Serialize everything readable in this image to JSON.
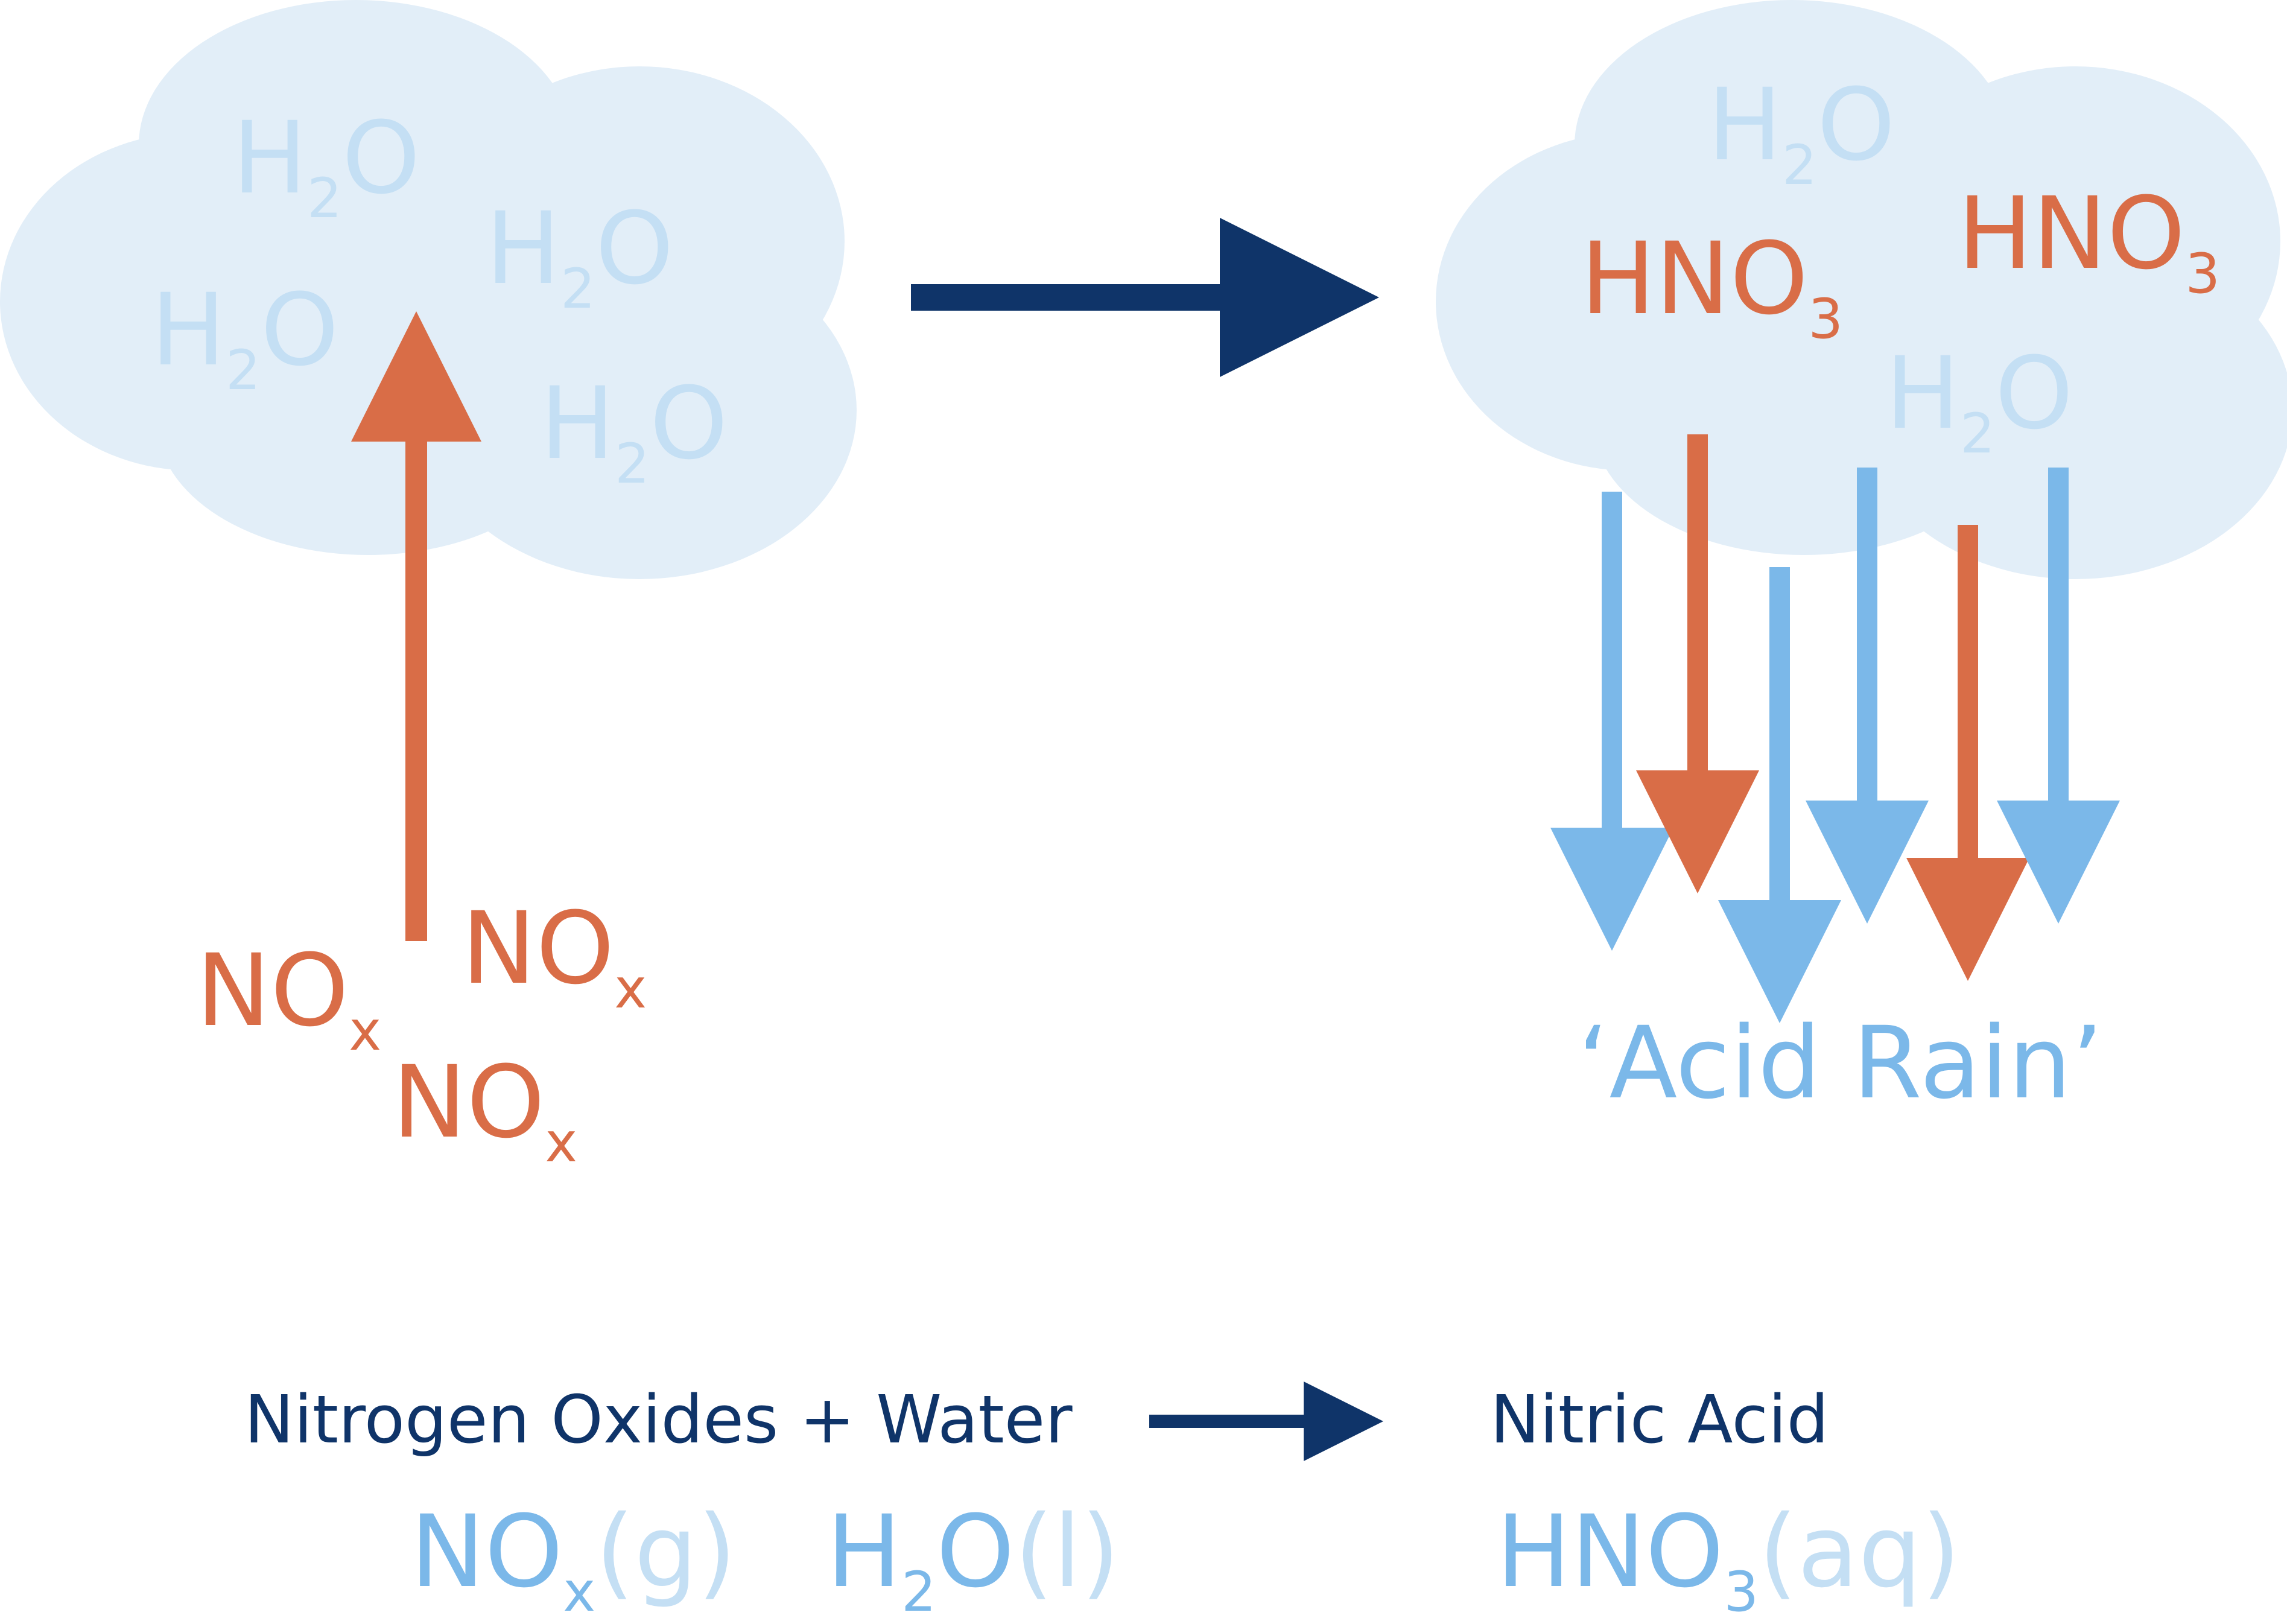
{
  "colors": {
    "cloud": "#e2eef8",
    "nox_red": "#d96d47",
    "rain_blue": "#7bb8e9",
    "navy": "#0f3469",
    "water_pale": "#c4dff4"
  },
  "left_cloud": {
    "water": [
      {
        "main": "H",
        "sub": "2",
        "tail": "O"
      },
      {
        "main": "H",
        "sub": "2",
        "tail": "O"
      },
      {
        "main": "H",
        "sub": "2",
        "tail": "O"
      },
      {
        "main": "H",
        "sub": "2",
        "tail": "O"
      }
    ]
  },
  "ground_emissions": [
    {
      "main": "NO",
      "sub": "x"
    },
    {
      "main": "NO",
      "sub": "x"
    },
    {
      "main": "NO",
      "sub": "x"
    }
  ],
  "right_cloud": {
    "water": [
      {
        "main": "H",
        "sub": "2",
        "tail": "O"
      },
      {
        "main": "H",
        "sub": "2",
        "tail": "O"
      }
    ],
    "acid": [
      {
        "main": "HNO",
        "sub": "3"
      },
      {
        "main": "HNO",
        "sub": "3"
      }
    ]
  },
  "acid_rain_label": "‘Acid Rain’",
  "word_equation": {
    "reactants": "Nitrogen Oxides + Water",
    "product": "Nitric Acid"
  },
  "symbol_equation": {
    "nox": {
      "main": "NO",
      "sub": "x",
      "state": "(g)"
    },
    "water": {
      "main": "H",
      "sub": "2",
      "tail": "O",
      "state": "(l)"
    },
    "acid": {
      "main": "HNO",
      "sub": "3",
      "state": "(aq)"
    }
  }
}
